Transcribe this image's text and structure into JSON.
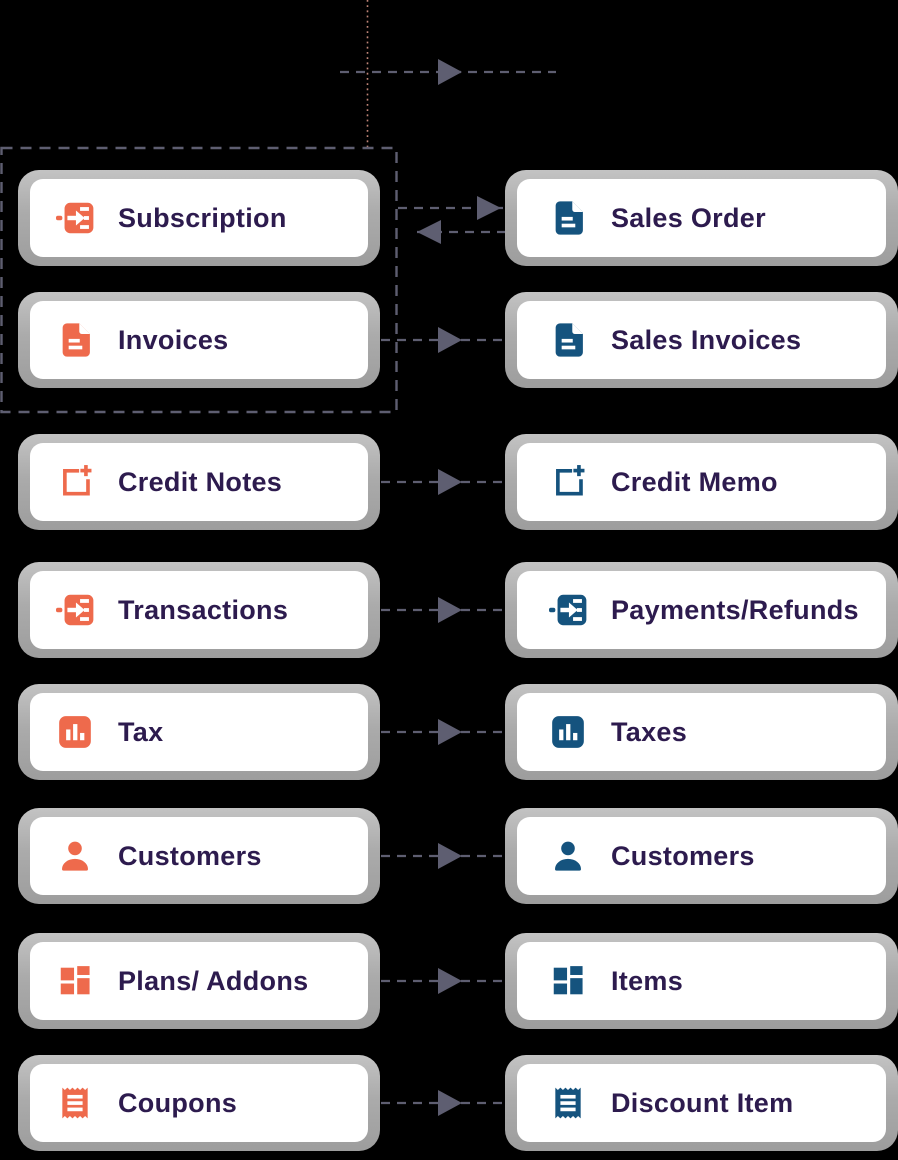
{
  "diagram": {
    "background_color": "#000000",
    "left_accent_color": "#EE6A4C",
    "right_accent_color": "#15537E",
    "label_color": "#2D1B4E",
    "connector_color": "#5E5E71",
    "card_border_color": "#ABABAB",
    "dotted_guide_color": "#C08578",
    "group_outline": {
      "contains": [
        "Subscription",
        "Invoices"
      ]
    },
    "rows": [
      {
        "left": {
          "label": "Subscription",
          "icon": "subscription-icon"
        },
        "right": {
          "label": "Sales Order",
          "icon": "document-icon"
        },
        "link": "bidirectional"
      },
      {
        "left": {
          "label": "Invoices",
          "icon": "invoice-icon"
        },
        "right": {
          "label": "Sales Invoices",
          "icon": "invoice-icon"
        },
        "link": "left-to-right"
      },
      {
        "left": {
          "label": "Credit Notes",
          "icon": "credit-note-icon"
        },
        "right": {
          "label": "Credit Memo",
          "icon": "credit-note-icon"
        },
        "link": "left-to-right"
      },
      {
        "left": {
          "label": "Transactions",
          "icon": "transaction-icon"
        },
        "right": {
          "label": "Payments/Refunds",
          "icon": "transaction-icon"
        },
        "link": "left-to-right"
      },
      {
        "left": {
          "label": "Tax",
          "icon": "tax-chart-icon"
        },
        "right": {
          "label": "Taxes",
          "icon": "tax-chart-icon"
        },
        "link": "left-to-right"
      },
      {
        "left": {
          "label": "Customers",
          "icon": "customer-icon"
        },
        "right": {
          "label": "Customers",
          "icon": "customer-icon"
        },
        "link": "left-to-right"
      },
      {
        "left": {
          "label": "Plans/ Addons",
          "icon": "grid-icon"
        },
        "right": {
          "label": "Items",
          "icon": "grid-icon"
        },
        "link": "left-to-right"
      },
      {
        "left": {
          "label": "Coupons",
          "icon": "coupon-icon"
        },
        "right": {
          "label": "Discount Item",
          "icon": "coupon-icon"
        },
        "link": "left-to-right"
      }
    ]
  }
}
